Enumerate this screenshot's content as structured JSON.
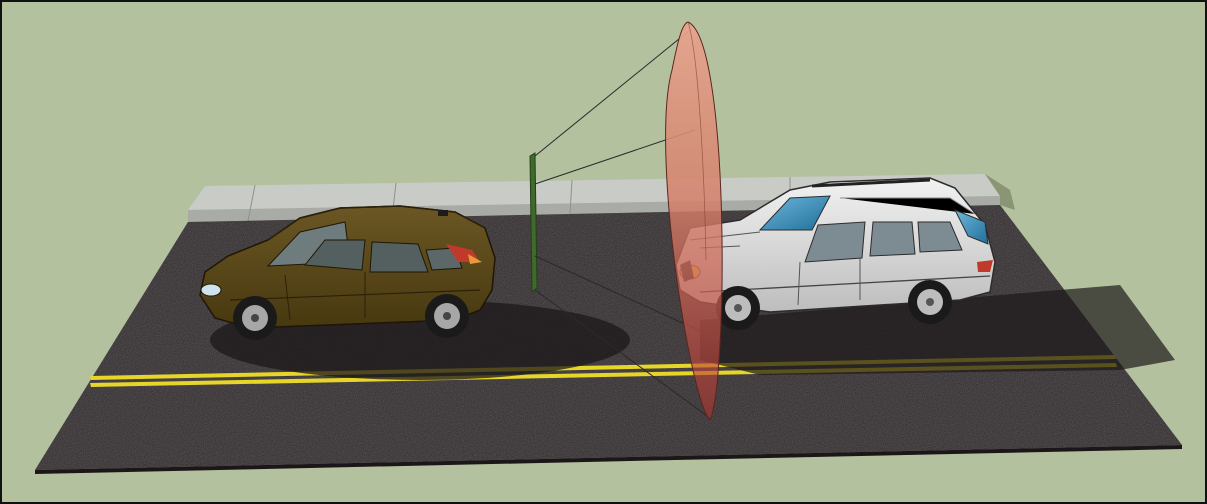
{
  "window": {
    "background_color": "#b4c19f",
    "frame_color": "#111111"
  },
  "scene": {
    "objects": [
      "road-surface",
      "road-center-lines",
      "sidewalk-curb",
      "brown-hatchback-car",
      "silver-suv-car",
      "sensor-plane",
      "radar-beam-ellipse"
    ],
    "colors": {
      "asphalt": "#2e292a",
      "centerline": "#e6d62a",
      "curb": "#bdbfba",
      "hatchback_body": "#5c4a1c",
      "suv_body": "#d9d9d9",
      "glass_blue": "#3b8bb5",
      "beam": "#d77d68",
      "sensor": "#3f6b2a"
    }
  }
}
